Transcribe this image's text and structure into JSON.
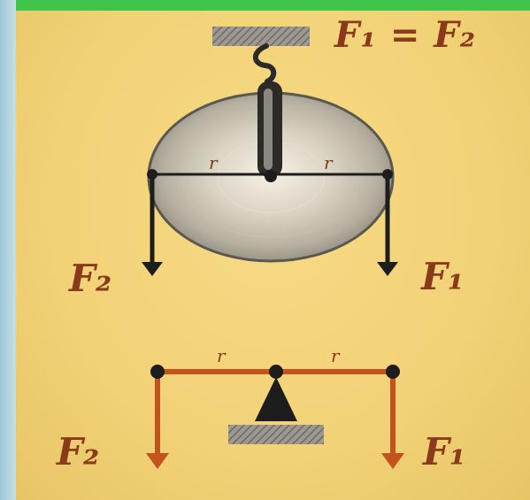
{
  "formula": "F₁ = F₂",
  "pulley": {
    "radius_left": "r",
    "radius_right": "r",
    "force_left": "F₂",
    "force_right": "F₁"
  },
  "lever": {
    "arm_left": "r",
    "arm_right": "r",
    "force_left": "F₂",
    "force_right": "F₁"
  },
  "colors": {
    "background": "#f2d277",
    "label": "#8a3a1a",
    "lever": "#c4521c",
    "rope": "#1d1d1d",
    "accent_bar": "#3fc54a"
  }
}
